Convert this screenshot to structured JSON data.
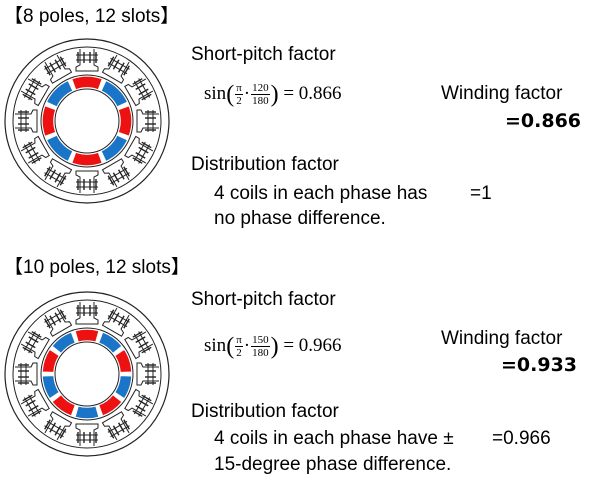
{
  "sections": [
    {
      "heading": "【8 poles, 12 slots】",
      "short_pitch_label": "Short-pitch factor",
      "formula": {
        "prefix": "sin",
        "pi_num": "π",
        "pi_den": "2",
        "dot": "·",
        "num": "120",
        "den": "180",
        "result": "= 0.866"
      },
      "winding_label": "Winding factor",
      "winding_value": "=0.866",
      "distribution_label": "Distribution factor",
      "distribution_line1": "4 coils in each phase has",
      "distribution_eq": "=1",
      "distribution_line2": "no phase difference.",
      "magnets": [
        "red",
        "blue",
        "red",
        "blue",
        "red",
        "blue",
        "red",
        "blue"
      ]
    },
    {
      "heading": "【10 poles, 12 slots】",
      "short_pitch_label": "Short-pitch factor",
      "formula": {
        "prefix": "sin",
        "pi_num": "π",
        "pi_den": "2",
        "dot": "·",
        "num": "150",
        "den": "180",
        "result": "= 0.966"
      },
      "winding_label": "Winding factor",
      "winding_value": "=0.933",
      "distribution_label": "Distribution factor",
      "distribution_line1": "4 coils in each phase have ±",
      "distribution_eq": "=0.966",
      "distribution_line2": "15-degree phase difference.",
      "magnets": [
        "red",
        "blue",
        "red",
        "blue",
        "red",
        "blue",
        "red",
        "blue",
        "red",
        "blue"
      ]
    }
  ],
  "colors": {
    "red": "#ee1111",
    "blue": "#1a74c8",
    "stroke": "#222222"
  }
}
